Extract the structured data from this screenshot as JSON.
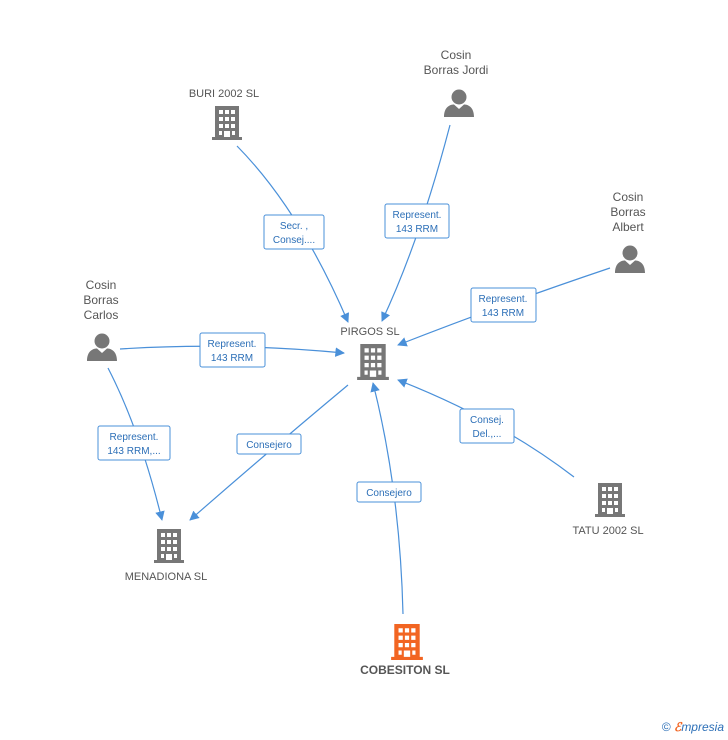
{
  "nodes": {
    "buri": {
      "lines": [
        "BURI 2002 SL"
      ],
      "type": "company",
      "color": "#777777"
    },
    "cosin_jordi": {
      "lines": [
        "Cosin",
        "Borras Jordi"
      ],
      "type": "person",
      "color": "#777777"
    },
    "cosin_albert": {
      "lines": [
        "Cosin",
        "Borras",
        "Albert"
      ],
      "type": "person",
      "color": "#777777"
    },
    "cosin_carlos": {
      "lines": [
        "Cosin",
        "Borras",
        "Carlos"
      ],
      "type": "person",
      "color": "#777777"
    },
    "pirgos": {
      "lines": [
        "PIRGOS SL"
      ],
      "type": "company",
      "color": "#777777"
    },
    "tatu": {
      "lines": [
        "TATU 2002 SL"
      ],
      "type": "company",
      "color": "#777777"
    },
    "menadiona": {
      "lines": [
        "MENADIONA SL"
      ],
      "type": "company",
      "color": "#777777"
    },
    "cobesiton": {
      "lines": [
        "COBESITON SL"
      ],
      "type": "company",
      "color": "#f26522"
    }
  },
  "edges": [
    {
      "from": "buri",
      "to": "pirgos",
      "label": [
        "Secr. ,",
        "Consej...."
      ]
    },
    {
      "from": "cosin_jordi",
      "to": "pirgos",
      "label": [
        "Represent.",
        "143 RRM"
      ]
    },
    {
      "from": "cosin_albert",
      "to": "pirgos",
      "label": [
        "Represent.",
        "143 RRM"
      ]
    },
    {
      "from": "cosin_carlos",
      "to": "pirgos",
      "label": [
        "Represent.",
        "143 RRM"
      ]
    },
    {
      "from": "cosin_carlos",
      "to": "menadiona",
      "label": [
        "Represent.",
        "143 RRM,..."
      ]
    },
    {
      "from": "pirgos",
      "to": "menadiona",
      "label": [
        "Consejero"
      ]
    },
    {
      "from": "cobesiton",
      "to": "pirgos",
      "label": [
        "Consejero"
      ]
    },
    {
      "from": "tatu",
      "to": "pirgos",
      "label": [
        "Consej.",
        "Del.,..."
      ]
    }
  ],
  "footer": {
    "copyright": "©",
    "brand_e": "ℰ",
    "brand_rest": "mpresia"
  }
}
